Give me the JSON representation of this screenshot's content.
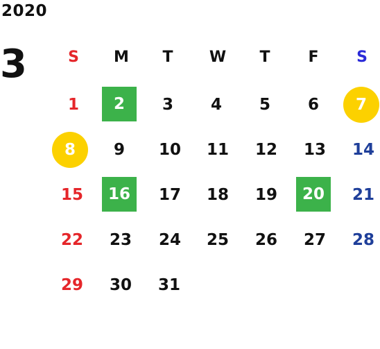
{
  "year": "2020",
  "month": "3",
  "weekdays": [
    "S",
    "M",
    "T",
    "W",
    "T",
    "F",
    "S"
  ],
  "weeks": [
    [
      "1",
      "2",
      "3",
      "4",
      "5",
      "6",
      "7"
    ],
    [
      "8",
      "9",
      "10",
      "11",
      "12",
      "13",
      "14"
    ],
    [
      "15",
      "16",
      "17",
      "18",
      "19",
      "20",
      "21"
    ],
    [
      "22",
      "23",
      "24",
      "25",
      "26",
      "27",
      "28"
    ],
    [
      "29",
      "30",
      "31",
      "",
      "",
      "",
      ""
    ]
  ],
  "highlights": {
    "green": [
      "2",
      "16",
      "20"
    ],
    "yellow": [
      "7",
      "8"
    ]
  },
  "colors": {
    "sunday": "#e5262a",
    "saturday": "#1f3f9a",
    "saturday_header": "#2a2ad8",
    "green": "#3cb24a",
    "yellow": "#fcd100"
  }
}
